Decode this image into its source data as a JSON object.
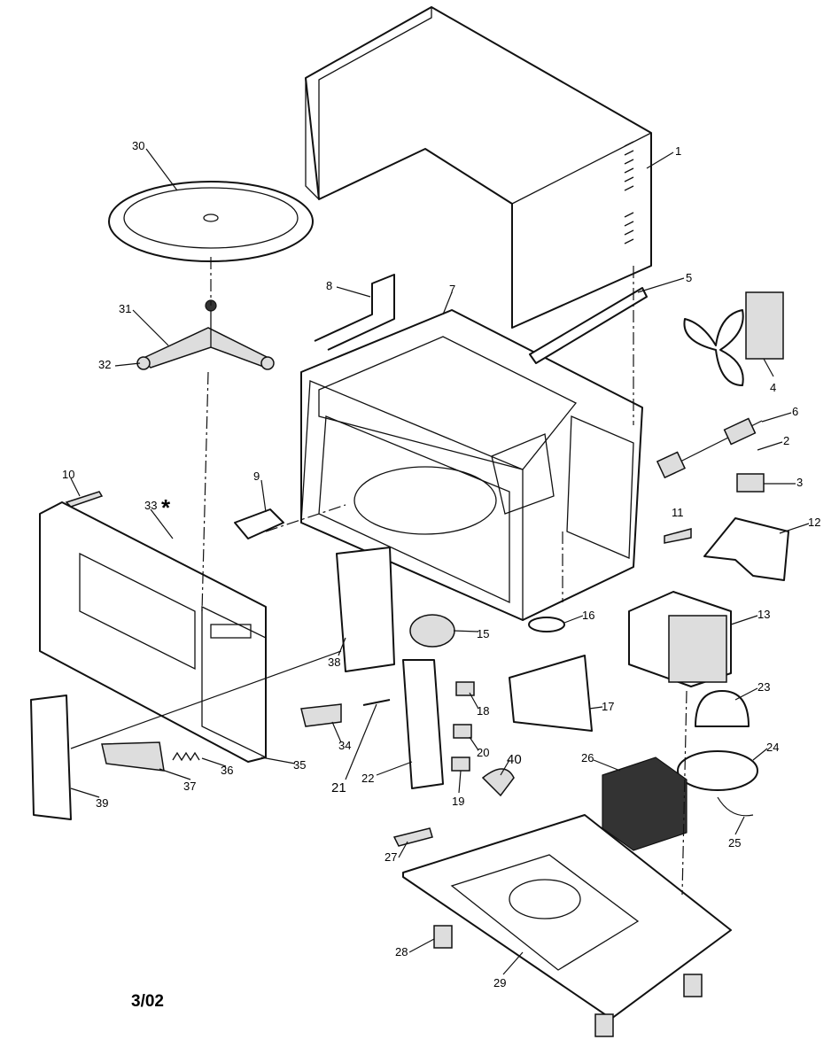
{
  "diagram": {
    "revision": "3/02",
    "labels": {
      "p1": "1",
      "p2": "2",
      "p3": "3",
      "p4": "4",
      "p5": "5",
      "p6": "6",
      "p7": "7",
      "p8": "8",
      "p9": "9",
      "p10": "10",
      "p11": "11",
      "p12": "12",
      "p13": "13",
      "p15": "15",
      "p16": "16",
      "p17": "17",
      "p18": "18",
      "p19": "19",
      "p20": "20",
      "p21": "21",
      "p22": "22",
      "p23": "23",
      "p24": "24",
      "p25": "25",
      "p26": "26",
      "p27": "27",
      "p28": "28",
      "p29": "29",
      "p30": "30",
      "p31": "31",
      "p32": "32",
      "p33": "33",
      "p33_mark": "*",
      "p34": "34",
      "p35": "35",
      "p36": "36",
      "p37": "37",
      "p38": "38",
      "p39": "39",
      "p40": "40"
    }
  }
}
